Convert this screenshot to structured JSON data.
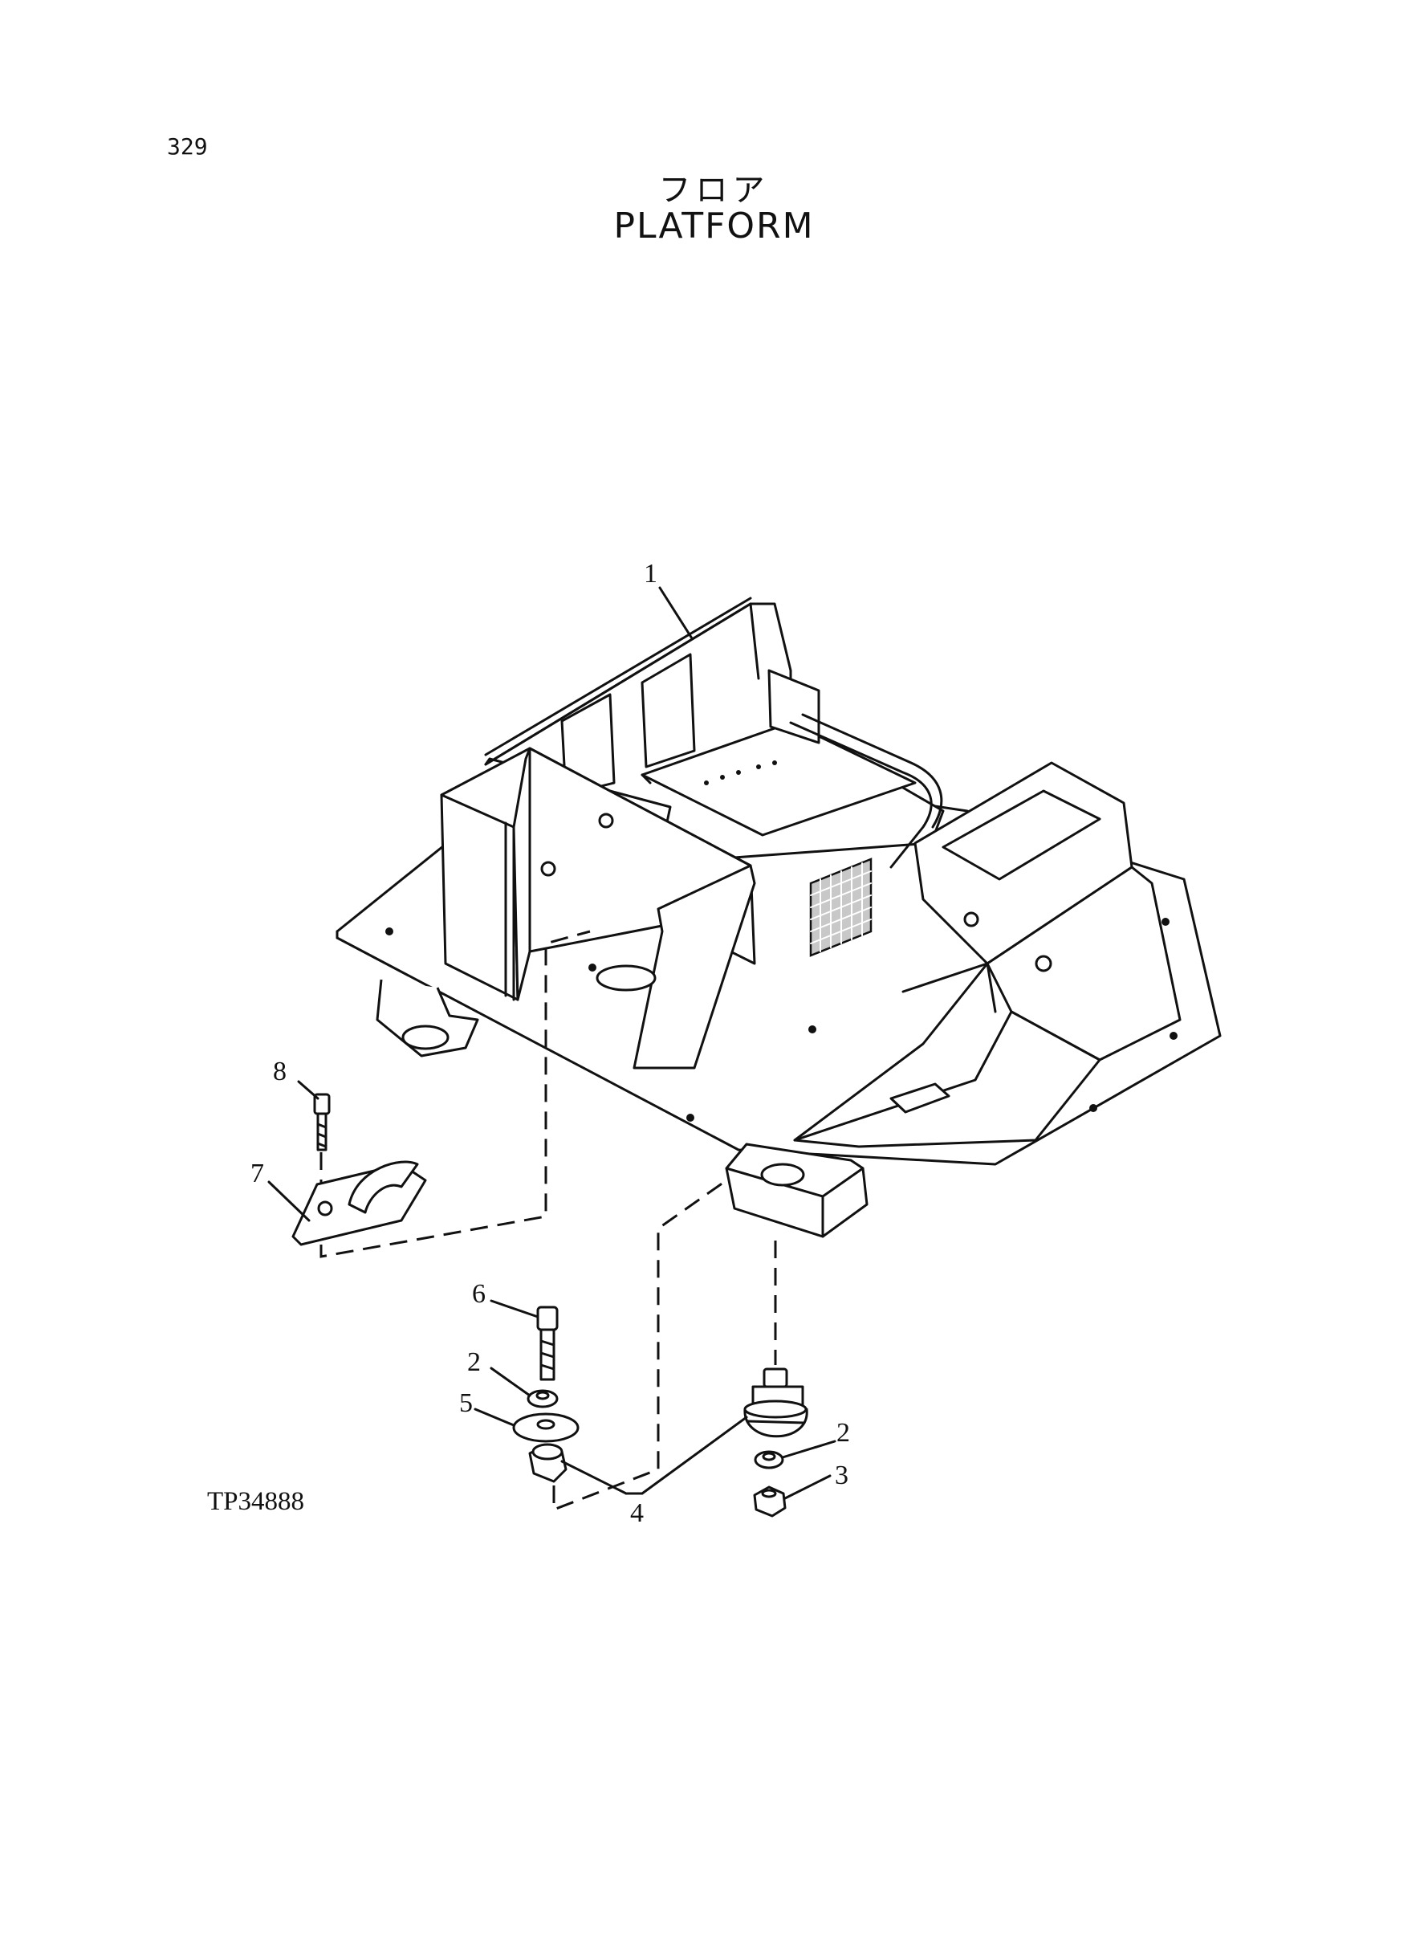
{
  "header": {
    "page_number": "329",
    "title_jp": "フロア",
    "title_en": "PLATFORM"
  },
  "figure": {
    "code": "TP34888",
    "callouts": [
      {
        "id": "c1",
        "label": "1"
      },
      {
        "id": "c8",
        "label": "8"
      },
      {
        "id": "c7",
        "label": "7"
      },
      {
        "id": "c6",
        "label": "6"
      },
      {
        "id": "c2a",
        "label": "2"
      },
      {
        "id": "c5",
        "label": "5"
      },
      {
        "id": "c4",
        "label": "4"
      },
      {
        "id": "c2b",
        "label": "2"
      },
      {
        "id": "c3",
        "label": "3"
      }
    ]
  }
}
